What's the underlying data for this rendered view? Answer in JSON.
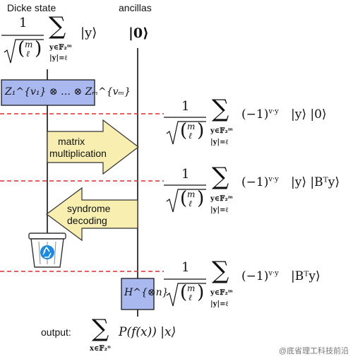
{
  "headers": {
    "dicke": "Dicke state",
    "ancillas": "ancillas"
  },
  "ket_zero": "|0⟩",
  "top_state": {
    "fraction_numerator": "1",
    "binom_top": "m",
    "binom_bottom": "ℓ",
    "sum_sub_1": "y∈𝔽₂ᵐ",
    "sum_sub_2": "|y|=ℓ",
    "ket": "|y⟩"
  },
  "z_gate": "Z₁^{v₁} ⊗ … ⊗ Zₘ^{vₘ}",
  "state_1": {
    "numerator": "1",
    "binom_top": "m",
    "binom_bottom": "ℓ",
    "sum_sub_1": "y∈𝔽₂ᵐ",
    "sum_sub_2": "|y|=ℓ",
    "phase": "(−1)",
    "phase_exp": "v·y",
    "tail": "|y⟩ |0⟩"
  },
  "arrow_right": {
    "line1": "matrix",
    "line2": "multiplication"
  },
  "state_2": {
    "numerator": "1",
    "binom_top": "m",
    "binom_bottom": "ℓ",
    "sum_sub_1": "y∈𝔽₂ᵐ",
    "sum_sub_2": "|y|=ℓ",
    "phase": "(−1)",
    "phase_exp": "v·y",
    "tail": "|y⟩ |Bᵀy⟩"
  },
  "arrow_left": {
    "line1": "syndrome",
    "line2": "decoding"
  },
  "state_3": {
    "numerator": "1",
    "binom_top": "m",
    "binom_bottom": "ℓ",
    "sum_sub_1": "y∈𝔽₂ᵐ",
    "sum_sub_2": "|y|=ℓ",
    "phase": "(−1)",
    "phase_exp": "v·y",
    "tail": "|Bᵀy⟩"
  },
  "hadamard_gate": "H^{⊗n}",
  "output": {
    "label": "output:",
    "sum_sub": "x∈𝔽₂ⁿ",
    "expr": "P(f(x)) |x⟩"
  },
  "trash": {
    "icon": "recycle-bin-icon"
  },
  "watermark": "@底省理工科技前沿",
  "colors": {
    "gate_fill": "#a9b8ee",
    "gate_stroke": "#1b1b1b",
    "arrow_fill": "#f7eeb0",
    "dashed_line": "#e32a2a",
    "trash_blue": "#1a8be0"
  }
}
